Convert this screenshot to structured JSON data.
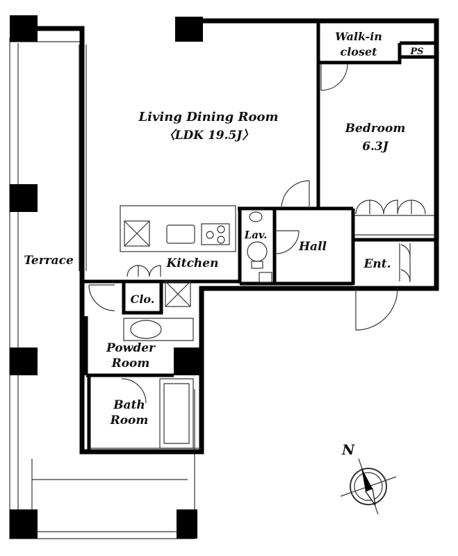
{
  "rooms": {
    "ldk_name": "Living Dining Room",
    "ldk_size": "〈LDK 19.5J〉",
    "walkin_line1": "Walk-in",
    "walkin_line2": "closet",
    "ps": "PS",
    "bedroom_name": "Bedroom",
    "bedroom_size": "6.3J",
    "lav": "Lav.",
    "hall": "Hall",
    "ent": "Ent.",
    "terrace": "Terrace",
    "kitchen": "Kitchen",
    "clo": "Clo.",
    "powder_line1": "Powder",
    "powder_line2": "Room",
    "bath_line1": "Bath",
    "bath_line2": "Room"
  },
  "compass": {
    "north": "N"
  },
  "colors": {
    "wall": "#000000",
    "line": "#333333",
    "background": "#ffffff"
  }
}
